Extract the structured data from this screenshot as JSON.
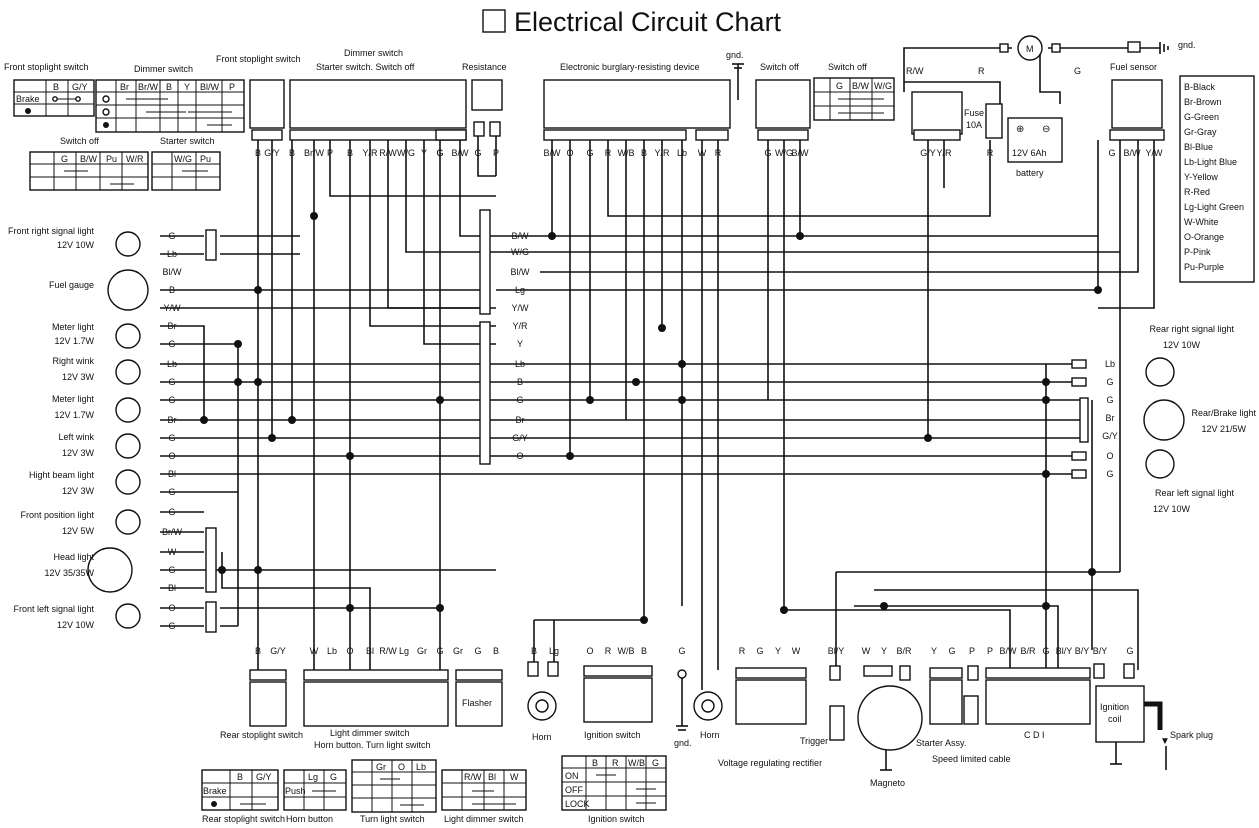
{
  "title": "Electrical Circuit Chart",
  "top_components": {
    "front_stoplight_switch_left": "Front stoplight switch",
    "dimmer_switch_left": "Dimmer switch",
    "front_stoplight_switch": "Front stoplight switch",
    "dimmer_switch": "Dimmer switch",
    "starter_switch_off": "Starter switch.  Switch off",
    "resistance": "Resistance",
    "burglary_device": "Electronic burglary-resisting device",
    "gnd_top": "gnd.",
    "switch_off_a": "Switch off",
    "switch_off_b": "Switch off",
    "gnd_right": "gnd.",
    "fuel_sensor": "Fuel sensor",
    "switch_off_small": "Switch off",
    "starter_switch_small": "Starter switch"
  },
  "switch_tables": {
    "front_stop_cols": [
      "B",
      "G/Y"
    ],
    "front_stop_row": "Brake",
    "dimmer_cols": [
      "Br",
      "Br/W",
      "B",
      "Y",
      "Bl/W",
      "P"
    ],
    "switch_off_cols": [
      "G",
      "B/W",
      "Pu",
      "W/R"
    ],
    "starter_cols": [
      "W/G",
      "Pu"
    ],
    "switch_off_right_cols": [
      "G",
      "B/W",
      "W/G"
    ]
  },
  "wire_labels": {
    "front_stop": [
      "B",
      "G/Y"
    ],
    "dimmer": [
      "B",
      "Br/W",
      "P",
      "B",
      "Y/R",
      "R/W",
      "W/G",
      "Y",
      "G"
    ],
    "off_right": [
      "G",
      "B/W"
    ],
    "resistance": [
      "G",
      "P"
    ],
    "burglary": [
      "B/W",
      "O",
      "G",
      "R",
      "W/B",
      "B",
      "Y/R",
      "Lb",
      "W",
      "R"
    ],
    "switch_off_a": [
      "G",
      "W/G",
      "B/W"
    ],
    "fuse": [
      "G/Y",
      "Y/R",
      "R"
    ],
    "fuel_sensor": [
      "G",
      "B/W",
      "Y/W"
    ],
    "power_top": [
      "R/W",
      "R",
      "G"
    ],
    "fuse_label": "Fuse",
    "fuse_rating": "10A",
    "battery_rating": "12V  6Ah",
    "battery": "battery",
    "gnd_power": "gnd."
  },
  "color_legend": [
    "B-Black",
    "Br-Brown",
    "G-Green",
    "Gr-Gray",
    "Bl-Blue",
    "Lb-Light Blue",
    "Y-Yellow",
    "R-Red",
    "Lg-Light Green",
    "W-White",
    "O-Orange",
    "P-Pink",
    "Pu-Purple"
  ],
  "left_devices": [
    {
      "name": "Front right signal light",
      "spec": "12V  10W",
      "wires": [
        "G",
        "Lb"
      ]
    },
    {
      "name": "Fuel gauge",
      "spec": "",
      "wires": [
        "Bl/W",
        "B",
        "Y/W"
      ]
    },
    {
      "name": "Meter light",
      "spec": "12V  1.7W",
      "wires": [
        "Br",
        "G"
      ]
    },
    {
      "name": "Right wink",
      "spec": "12V  3W",
      "wires": [
        "Lb",
        "G"
      ]
    },
    {
      "name": "Meter light",
      "spec": "12V  1.7W",
      "wires": [
        "G",
        "Br"
      ]
    },
    {
      "name": "Left wink",
      "spec": "12V  3W",
      "wires": [
        "G",
        "O"
      ]
    },
    {
      "name": "Hight beam light",
      "spec": "12V  3W",
      "wires": [
        "Bl",
        "G"
      ]
    },
    {
      "name": "Front position light",
      "spec": "12V  5W",
      "wires": [
        "G",
        "Br/W"
      ]
    },
    {
      "name": "Head light",
      "spec": "12V  35/35W",
      "wires": [
        "W",
        "G",
        "Bl"
      ]
    },
    {
      "name": "Front left signal light",
      "spec": "12V  10W",
      "wires": [
        "O",
        "G"
      ]
    }
  ],
  "center_bus": [
    "B/W",
    "W/G",
    "Bl/W",
    "Lg",
    "Y/W",
    "Y/R",
    "Y",
    "Lb",
    "B",
    "G",
    "Br",
    "G/Y",
    "O"
  ],
  "right_devices": [
    {
      "name": "Rear right signal light",
      "spec": "12V  10W",
      "wires": [
        "Lb",
        "G"
      ]
    },
    {
      "name": "Rear/Brake light",
      "spec": "12V  21/5W",
      "wires": [
        "G",
        "Br",
        "G/Y"
      ]
    },
    {
      "name": "Rear left signal light",
      "spec": "12V  10W",
      "wires": [
        "O",
        "G"
      ]
    }
  ],
  "bottom_components": {
    "rear_stoplight_switch": "Rear stoplight switch",
    "light_dimmer_switch": "Light dimmer switch",
    "horn_turn": "Horn button.  Turn light switch",
    "flasher": "Flasher",
    "horn": "Horn",
    "ignition_switch": "Ignition switch",
    "gnd": "gnd.",
    "horn2": "Horn",
    "voltage_regulator": "Voltage regulating rectifier",
    "trigger": "Trigger",
    "magneto": "Magneto",
    "starter_assy": "Starter Assy.",
    "speed_cable": "Speed limited cable",
    "cdi": "C D I",
    "ignition_coil": "Ignition coil",
    "spark_plug": "Spark plug"
  },
  "bottom_wire_labels": {
    "rear_stop": [
      "B",
      "G/Y"
    ],
    "light_group": [
      "W",
      "Lb",
      "O",
      "Bl",
      "R/W",
      "Lg",
      "Gr",
      "G",
      "Gr",
      "G",
      "B"
    ],
    "horn": [
      "B",
      "Lg"
    ],
    "ignition": [
      "O",
      "R",
      "W/B",
      "B"
    ],
    "gnd": "G",
    "regulator": [
      "R",
      "G",
      "Y",
      "W"
    ],
    "trigger": [
      "Bl/Y"
    ],
    "magneto": [
      "W",
      "Y",
      "B/R"
    ],
    "starter": [
      "Y",
      "G",
      "P",
      "P"
    ],
    "cdi": [
      "B/W",
      "B/R",
      "G",
      "Bl/Y",
      "B/Y",
      "B/Y"
    ],
    "coil": [
      "G"
    ]
  },
  "bottom_tables": {
    "rear_stop": {
      "cols": [
        "B",
        "G/Y"
      ],
      "row": "Brake",
      "caption": "Rear stoplight switch"
    },
    "horn_button": {
      "cols": [
        "Lg",
        "G"
      ],
      "row": "Push",
      "caption": "Horn button"
    },
    "turn_light": {
      "cols": [
        "Gr",
        "O",
        "Lb"
      ],
      "caption": "Turn light switch"
    },
    "light_dimmer": {
      "cols": [
        "R/W",
        "Bl",
        "W"
      ],
      "caption": "Light dimmer switch"
    },
    "ignition": {
      "cols": [
        "B",
        "R",
        "W/B",
        "G"
      ],
      "rows": [
        "ON",
        "OFF",
        "LOCK"
      ],
      "caption": "Ignition switch"
    }
  }
}
